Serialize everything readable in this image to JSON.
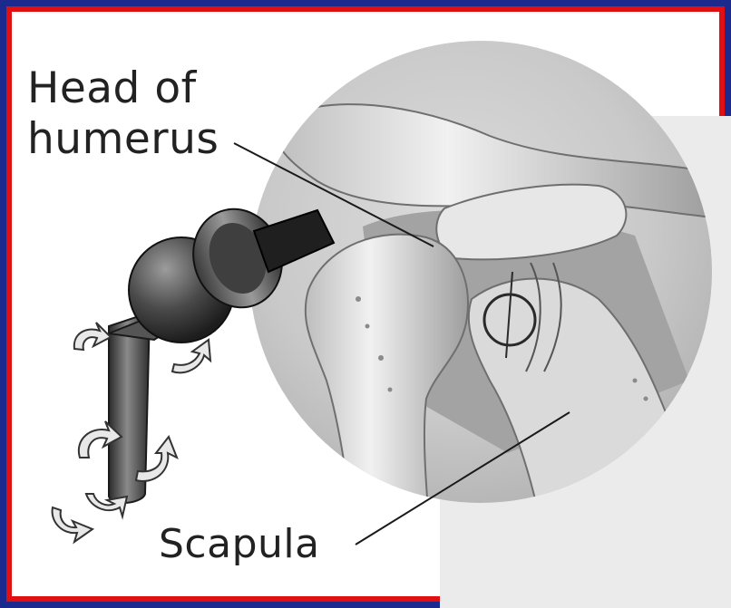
{
  "diagram": {
    "labels": {
      "head_of_humerus_line1": "Head of",
      "head_of_humerus_line2": "humerus",
      "scapula": "Scapula"
    },
    "colors": {
      "outer_frame": "#1b2a8c",
      "border": "#e10f12",
      "background": "#ffffff",
      "panel": "#ebebeb"
    },
    "icons": [
      "shoulder-prosthesis",
      "rotation-arrow"
    ]
  }
}
